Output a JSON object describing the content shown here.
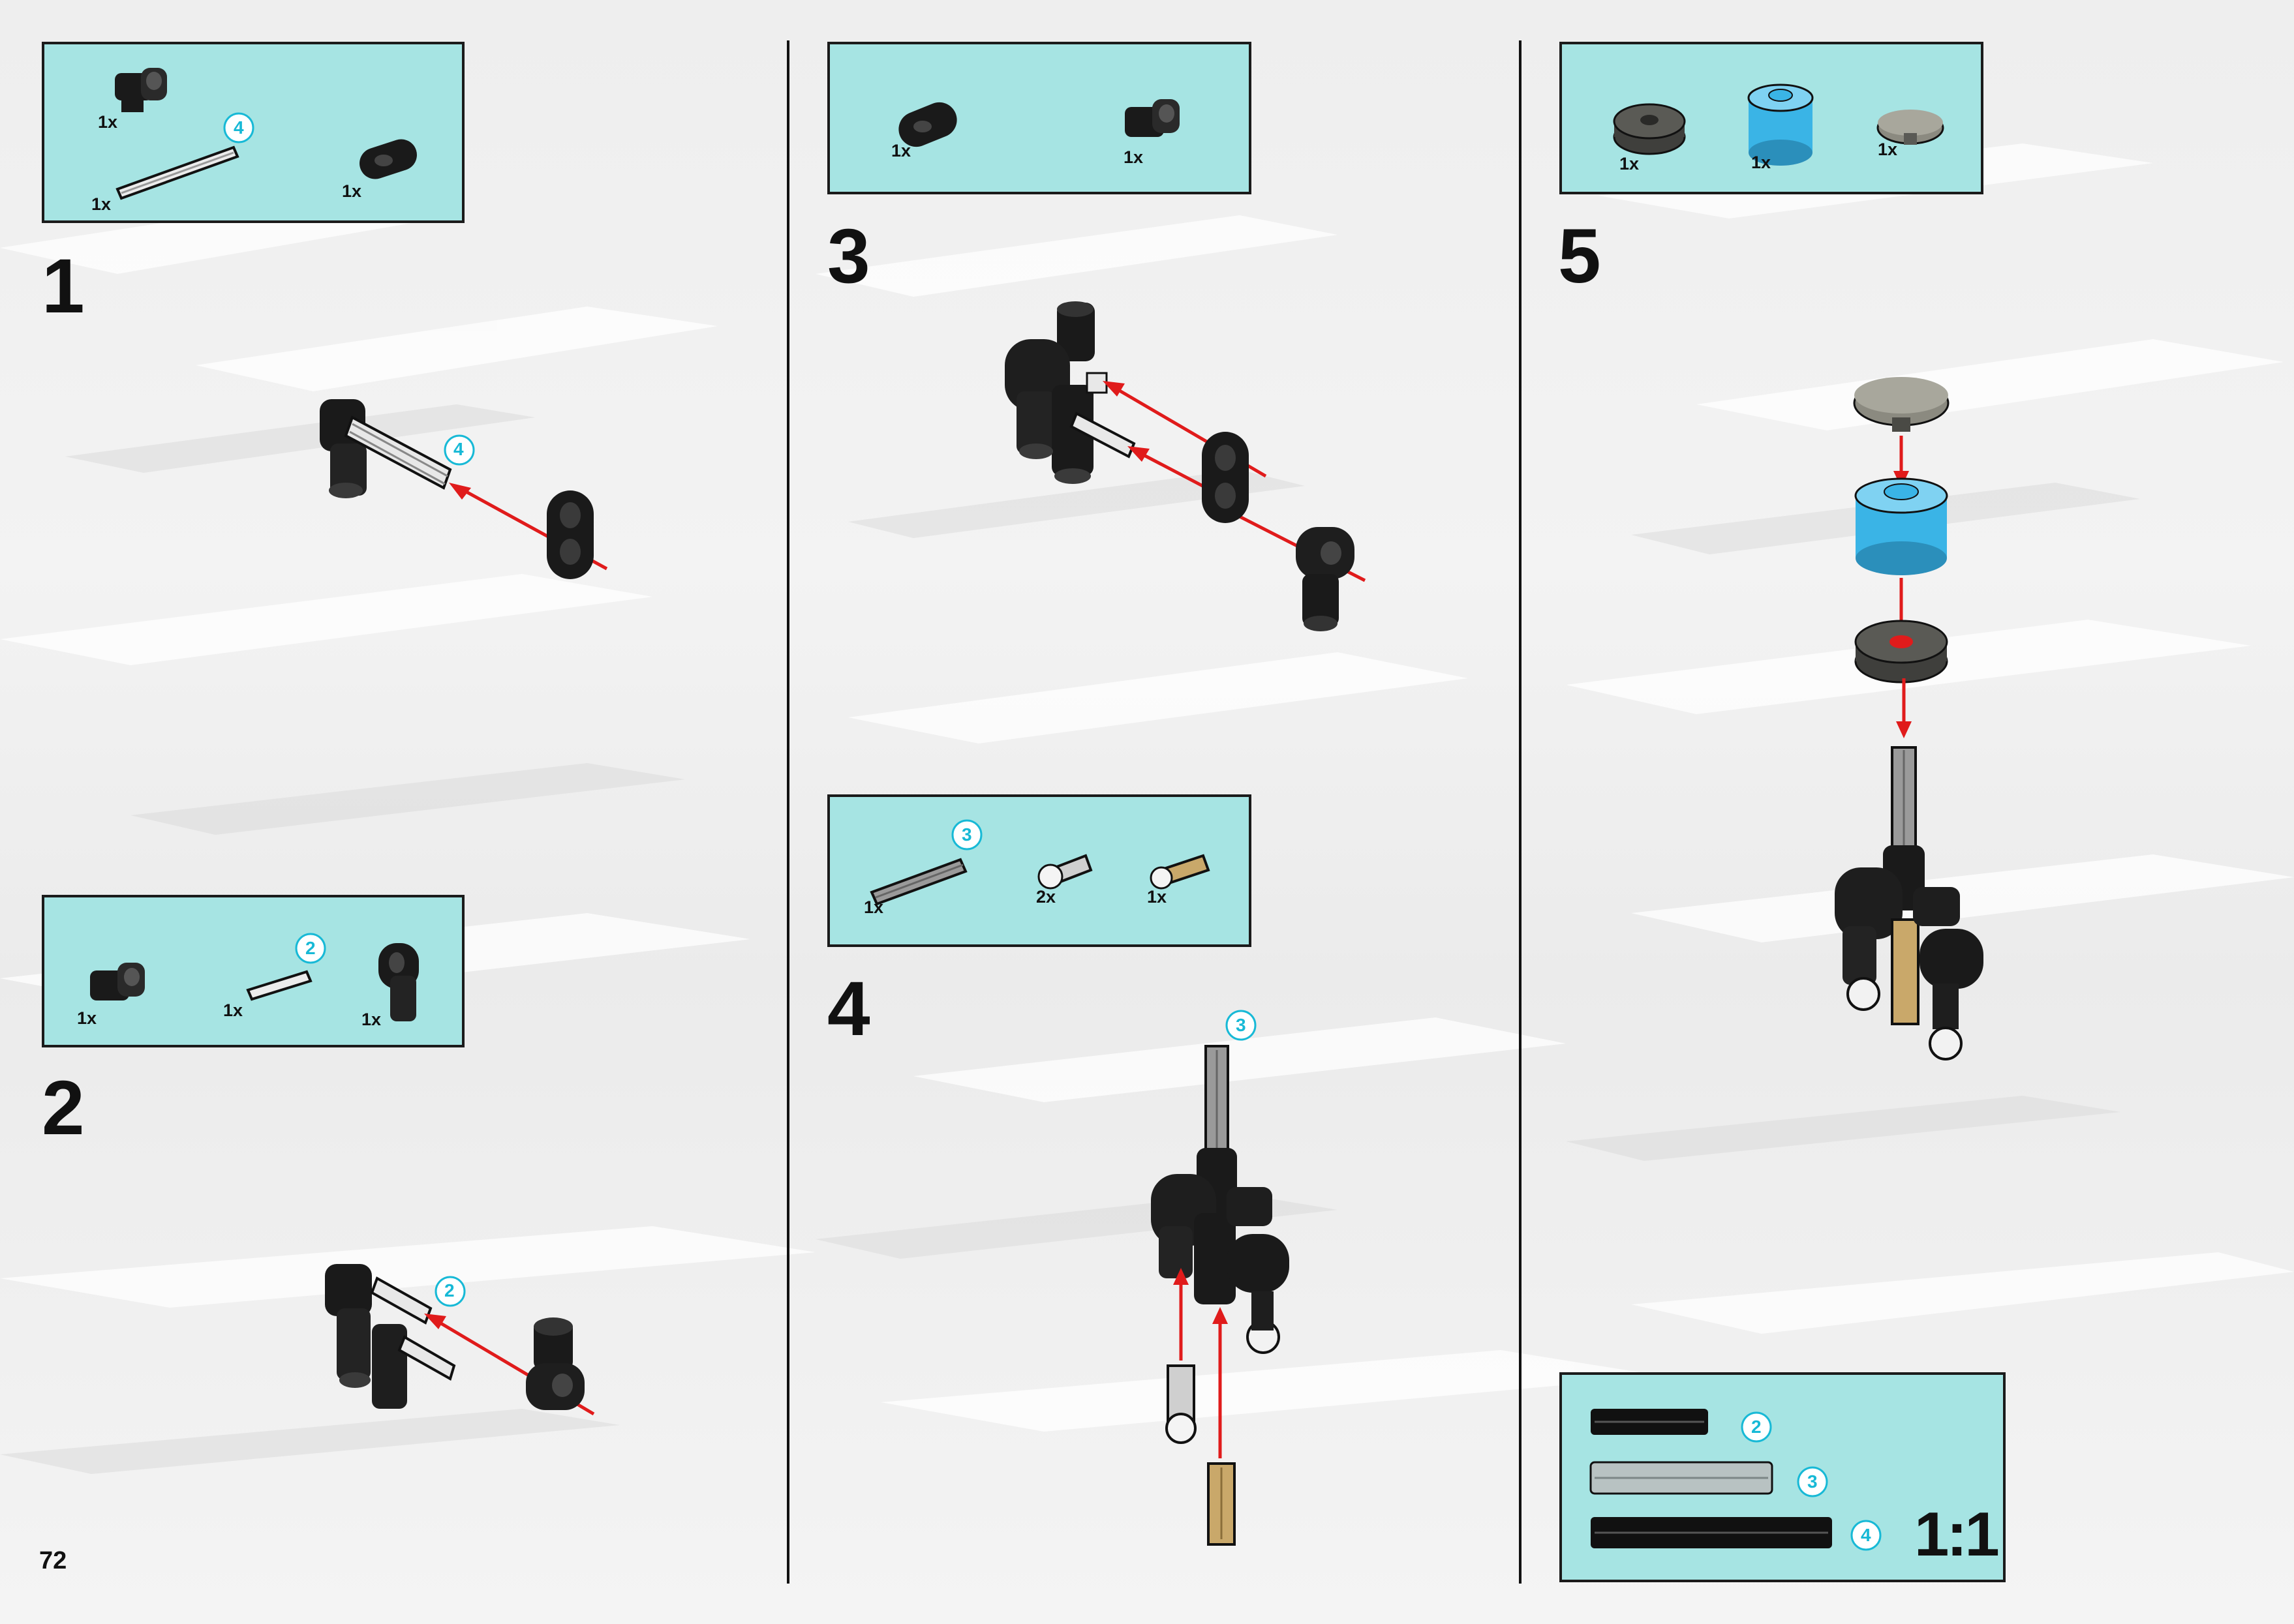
{
  "page": {
    "number": "72"
  },
  "colors": {
    "parts_box": "#a6e4e3",
    "arrow": "#e01b1b",
    "badge_text": "#17b9d6",
    "part_dark": "#1a1a1a",
    "part_blue": "#3ab4e6",
    "part_gray": "#7a7a6e",
    "part_tan": "#c9a86a"
  },
  "steps": [
    {
      "number": "1",
      "parts": [
        {
          "icon": "friction-pin-connector-icon",
          "qty": "1x"
        },
        {
          "icon": "axle-4-icon",
          "qty": "1x",
          "length": "4"
        },
        {
          "icon": "beam-2-icon",
          "qty": "1x"
        }
      ],
      "callout": "4"
    },
    {
      "number": "2",
      "parts": [
        {
          "icon": "pin-connector-icon",
          "qty": "1x"
        },
        {
          "icon": "axle-2-icon",
          "qty": "1x",
          "length": "2"
        },
        {
          "icon": "angle-connector-icon",
          "qty": "1x"
        }
      ],
      "callout": "2"
    },
    {
      "number": "3",
      "parts": [
        {
          "icon": "beam-2-icon",
          "qty": "1x"
        },
        {
          "icon": "pin-connector-icon",
          "qty": "1x"
        }
      ]
    },
    {
      "number": "4",
      "parts": [
        {
          "icon": "axle-3-icon",
          "qty": "1x",
          "length": "3"
        },
        {
          "icon": "ball-joint-icon",
          "qty": "2x"
        },
        {
          "icon": "tan-ball-joint-icon",
          "qty": "1x"
        }
      ],
      "callout": "3"
    },
    {
      "number": "5",
      "parts": [
        {
          "icon": "round-plate-icon",
          "qty": "1x"
        },
        {
          "icon": "round-brick-icon",
          "qty": "1x"
        },
        {
          "icon": "dish-icon",
          "qty": "1x"
        }
      ]
    }
  ],
  "scale_reference": {
    "label": "1:1",
    "items": [
      {
        "icon": "axle-2-scale-icon",
        "length": "2"
      },
      {
        "icon": "axle-3-scale-icon",
        "length": "3"
      },
      {
        "icon": "axle-4-scale-icon",
        "length": "4"
      }
    ]
  }
}
